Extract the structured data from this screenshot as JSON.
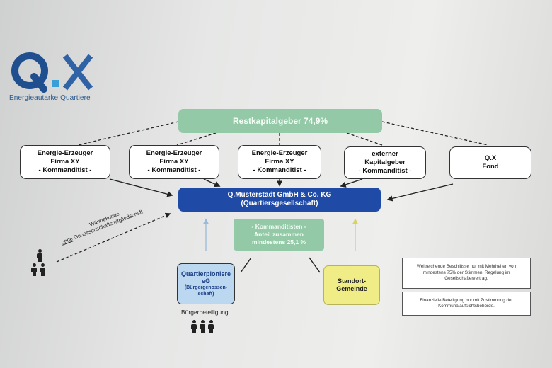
{
  "logo": {
    "mark_text": "Q.X",
    "subtitle": "Energieautarke Quartiere",
    "colors": {
      "q": "#1f4f8f",
      "dot": "#3a9ed8",
      "x": "#2f63a6"
    }
  },
  "diagram": {
    "top_box": "Restkapitalgeber 74,9%",
    "partners": [
      {
        "lines": [
          "Energie-Erzeuger",
          "Firma XY",
          "- Kommanditist -"
        ]
      },
      {
        "lines": [
          "Energie-Erzeuger",
          "Firma XY",
          "- Kommanditist -"
        ]
      },
      {
        "lines": [
          "Energie-Erzeuger",
          "Firma XY",
          "- Kommanditist -"
        ]
      },
      {
        "lines": [
          "externer",
          "Kapitalgeber",
          "- Kommanditist -"
        ]
      },
      {
        "lines": [
          "Q.X",
          "Fond"
        ]
      }
    ],
    "main_company": [
      "Q.Musterstadt GmbH & Co. KG",
      "(Quartiersgesellschaft)"
    ],
    "share_box": [
      "- Kommanditisten -",
      "Anteil zusammen",
      "mindestens 25,1 %"
    ],
    "cooperative": {
      "title": [
        "Quartierpioniere",
        "eG"
      ],
      "sub": [
        "(Bürgergenossen-",
        "schaft)"
      ],
      "caption": "Bürgerbeteiligung"
    },
    "municipality": [
      "Standort-",
      "Gemeinde"
    ],
    "heat_customer": {
      "line1": "Wärmekunde",
      "line2_underlined": "ohne",
      "line2_rest": " Genossenschaftsmitgliedschaft"
    },
    "notes": [
      "Weitreichende Beschlüsse nur mit Mehrheiten von mindestens 75% der Stimmen, Regelung im Gesellschaftervertrag.",
      "Finanzielle Beteiligung nur mit Zustimmung der Kommunalaufsichtsbehörde."
    ]
  },
  "colors": {
    "green_box": "#93c9a7",
    "main_blue": "#1f4aa6",
    "coop_blue": "#bcd7f0",
    "municipality_yellow": "#f0ec86"
  }
}
